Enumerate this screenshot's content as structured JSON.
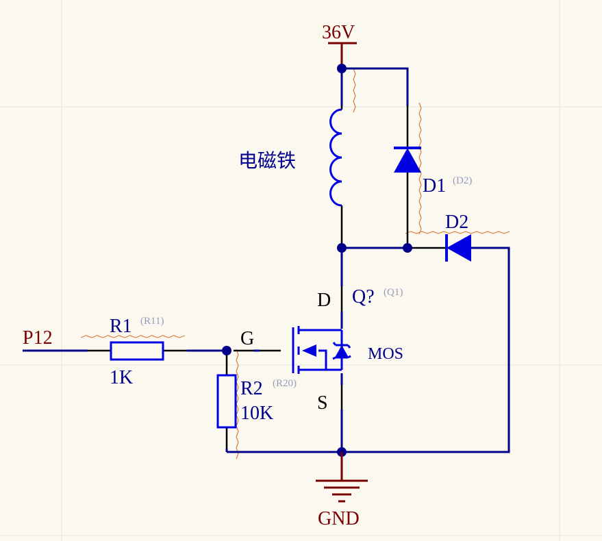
{
  "colors": {
    "wire": "#00008b",
    "component": "#0000e0",
    "pin": "#000000",
    "power": "#7a0000",
    "designator": "#9a9aba",
    "background": "#fbf8f0",
    "grid": "#e6e3db",
    "squiggle": "#e07a3c"
  },
  "power": {
    "vcc_label": "36V",
    "gnd_label": "GND"
  },
  "port": {
    "label": "P12"
  },
  "coil": {
    "label": "电磁铁"
  },
  "diode_d1": {
    "label": "D1",
    "designator": "(D2)"
  },
  "diode_d2": {
    "label": "D2"
  },
  "resistor_r1": {
    "label": "R1",
    "designator": "(R11)",
    "value": "1K"
  },
  "resistor_r2": {
    "label": "R2",
    "designator": "(R20)",
    "value": "10K"
  },
  "mosfet": {
    "label": "Q?",
    "designator": "(Q1)",
    "type": "MOS",
    "pin_d": "D",
    "pin_g": "G",
    "pin_s": "S"
  }
}
